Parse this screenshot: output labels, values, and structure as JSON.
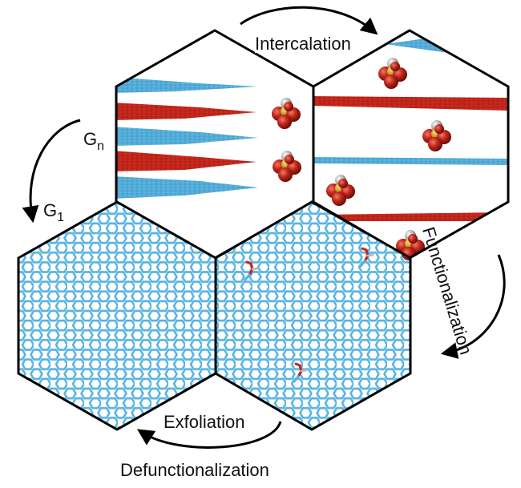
{
  "labels": {
    "intercalation": "Intercalation",
    "functionalization": "Functionalization",
    "exfoliation": "Exfoliation",
    "defunctionalization": "Defunctionalization",
    "g_n_base": "G",
    "g_n_sub": "n",
    "g_1_base": "G",
    "g_1_sub": "1"
  },
  "colors": {
    "graphene_blue": "#5ab4e0",
    "graphene_red": "#cc2a1e",
    "hex_border": "#000000",
    "arrow": "#000000",
    "molecule_red": "#c0261a",
    "molecule_grey": "#a8a8a8",
    "molecule_yellow": "#c9a227"
  },
  "panels": [
    {
      "id": "stacked-layers",
      "content": "Gn stacked graphene layers with acid molecules"
    },
    {
      "id": "intercalated-layers",
      "content": "intercalated graphene layers with acid molecules"
    },
    {
      "id": "functionalized-sheet",
      "content": "graphene sheet with functional groups"
    },
    {
      "id": "pristine-sheet",
      "content": "G1 single graphene sheet"
    }
  ]
}
